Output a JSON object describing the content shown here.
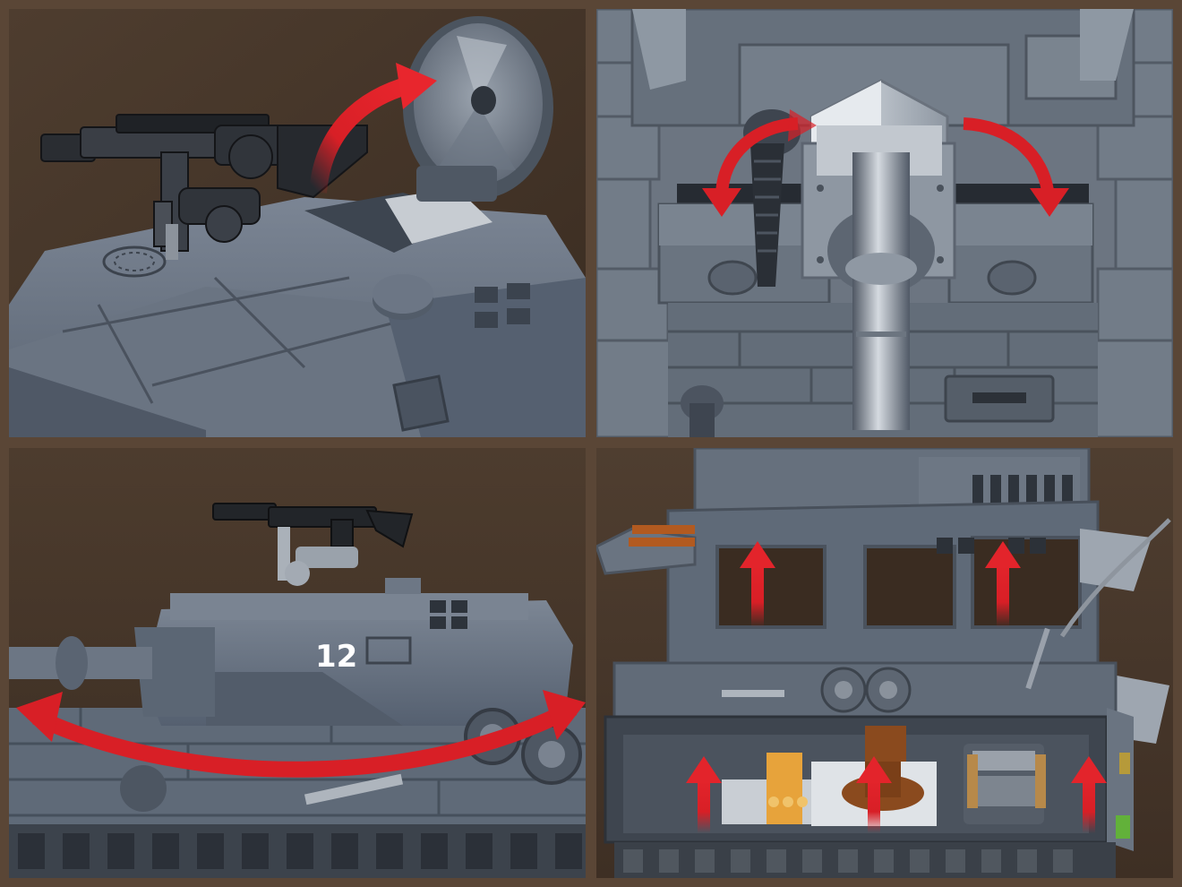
{
  "panels": [
    {
      "id": "hatch-and-machine-gun",
      "arrow": "curved-up-right"
    },
    {
      "id": "gun-mantlet-front",
      "arrow": "double-curved-left-right"
    },
    {
      "id": "turret-side-rotation",
      "arrow": "double-curved-horizontal",
      "turret_number": "12"
    },
    {
      "id": "hull-interior-open",
      "arrow": "straight-up",
      "arrow_count": 5
    }
  ],
  "colors": {
    "background": "#5a4636",
    "brick_grey": "#5f6a78",
    "brick_light": "#7d8897",
    "arrow_red": "#d81f26",
    "accent_orange": "#e7a33b",
    "accent_brown": "#8a4a1e"
  }
}
